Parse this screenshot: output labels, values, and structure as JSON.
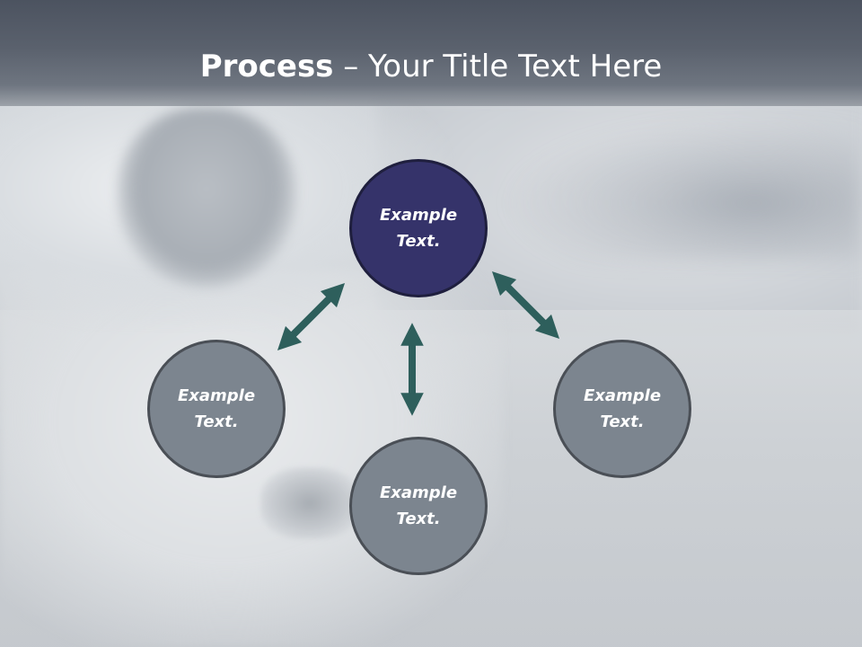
{
  "title": {
    "bold": "Process",
    "rest": " – Your Title Text Here"
  },
  "diagram": {
    "center": {
      "label_line1": "Example",
      "label_line2": "Text."
    },
    "left": {
      "label_line1": "Example",
      "label_line2": "Text."
    },
    "right": {
      "label_line1": "Example",
      "label_line2": "Text."
    },
    "bottom": {
      "label_line1": "Example",
      "label_line2": "Text."
    }
  },
  "colors": {
    "center_fill": "#35336a",
    "node_fill": "#7c858f",
    "arrow": "#2e5f5c",
    "title_band": "#555c68"
  }
}
